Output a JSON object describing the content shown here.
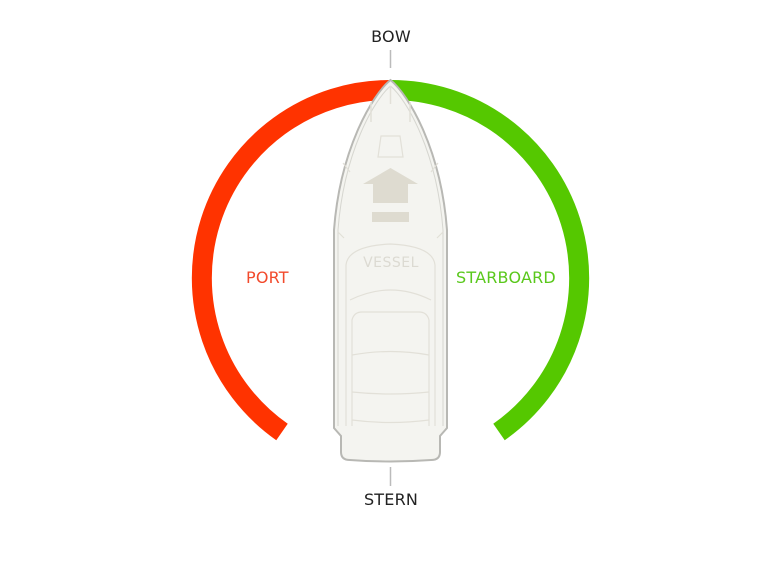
{
  "diagram": {
    "type": "vessel-orientation",
    "labels": {
      "bow": "BOW",
      "stern": "STERN",
      "port": "PORT",
      "starboard": "STARBOARD",
      "vessel": "VESSEL"
    },
    "colors": {
      "port_arc": "#ff3300",
      "starboard_arc": "#55c800",
      "port_text": "#f24a2c",
      "starboard_text": "#5ac81c",
      "direction_text": "#222222",
      "vessel_fill": "#f4f4f0",
      "vessel_outline": "#b8b8b4",
      "vessel_detail": "#e2e0d8",
      "arrow_fill": "#dedbd0",
      "pointer_line": "#bbbbbb"
    },
    "icons": {
      "forward_arrow": "arrow-up-icon"
    }
  }
}
